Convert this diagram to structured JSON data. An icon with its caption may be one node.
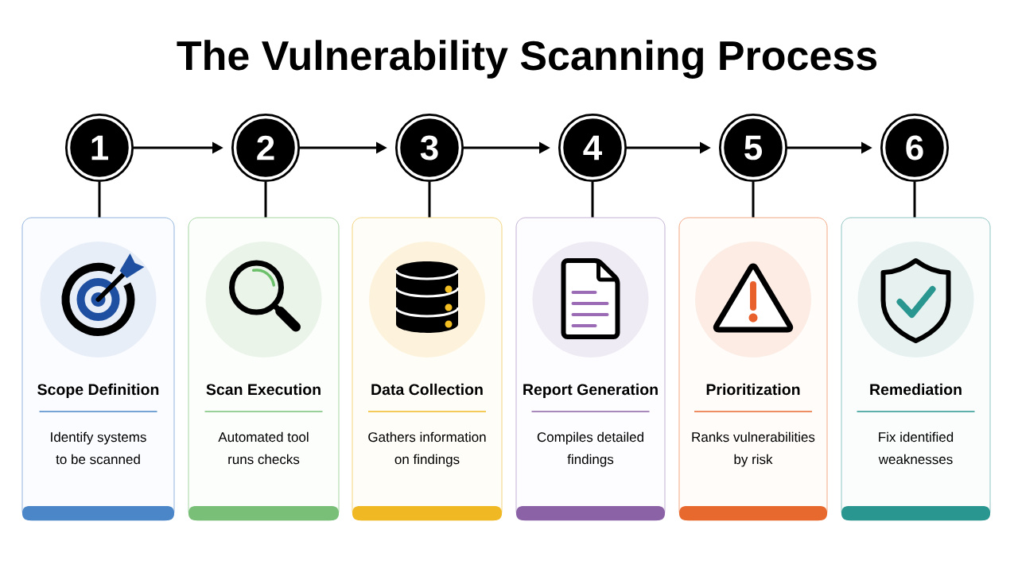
{
  "diagram": {
    "title": "The Vulnerability Scanning Process",
    "nodes": [
      {
        "text": [
          "1"
        ]
      },
      {
        "text": [
          "2"
        ]
      },
      {
        "text": [
          "3"
        ]
      },
      {
        "text": [
          "4"
        ]
      },
      {
        "text": [
          "5"
        ]
      },
      {
        "text": [
          "6"
        ]
      },
      {
        "text": [
          "Scope Definition",
          "Identify systems to be scanned"
        ]
      },
      {
        "text": [
          "Scan Execution",
          "Automated tool runs checks"
        ]
      },
      {
        "text": [
          "Data Collection",
          "Gathers information on findings"
        ]
      },
      {
        "text": [
          "Report Generation",
          "Compiles detailed findings"
        ]
      },
      {
        "text": [
          "Prioritization",
          "Ranks vulnerabilities by risk"
        ]
      },
      {
        "text": [
          "Remediation",
          "Fix identified weaknesses"
        ]
      }
    ],
    "edges": [
      {
        "from": 0,
        "to": 1,
        "arrow": "to"
      },
      {
        "from": 1,
        "to": 2,
        "arrow": "to"
      },
      {
        "from": 2,
        "to": 3,
        "arrow": "to"
      },
      {
        "from": 3,
        "to": 4,
        "arrow": "to"
      },
      {
        "from": 4,
        "to": 5,
        "arrow": "to"
      },
      {
        "from": 0,
        "to": 6,
        "arrow": "none"
      },
      {
        "from": 1,
        "to": 7,
        "arrow": "none"
      },
      {
        "from": 2,
        "to": 8,
        "arrow": "none"
      },
      {
        "from": 3,
        "to": 9,
        "arrow": "none"
      },
      {
        "from": 4,
        "to": 10,
        "arrow": "none"
      },
      {
        "from": 5,
        "to": 11,
        "arrow": "none"
      }
    ]
  }
}
